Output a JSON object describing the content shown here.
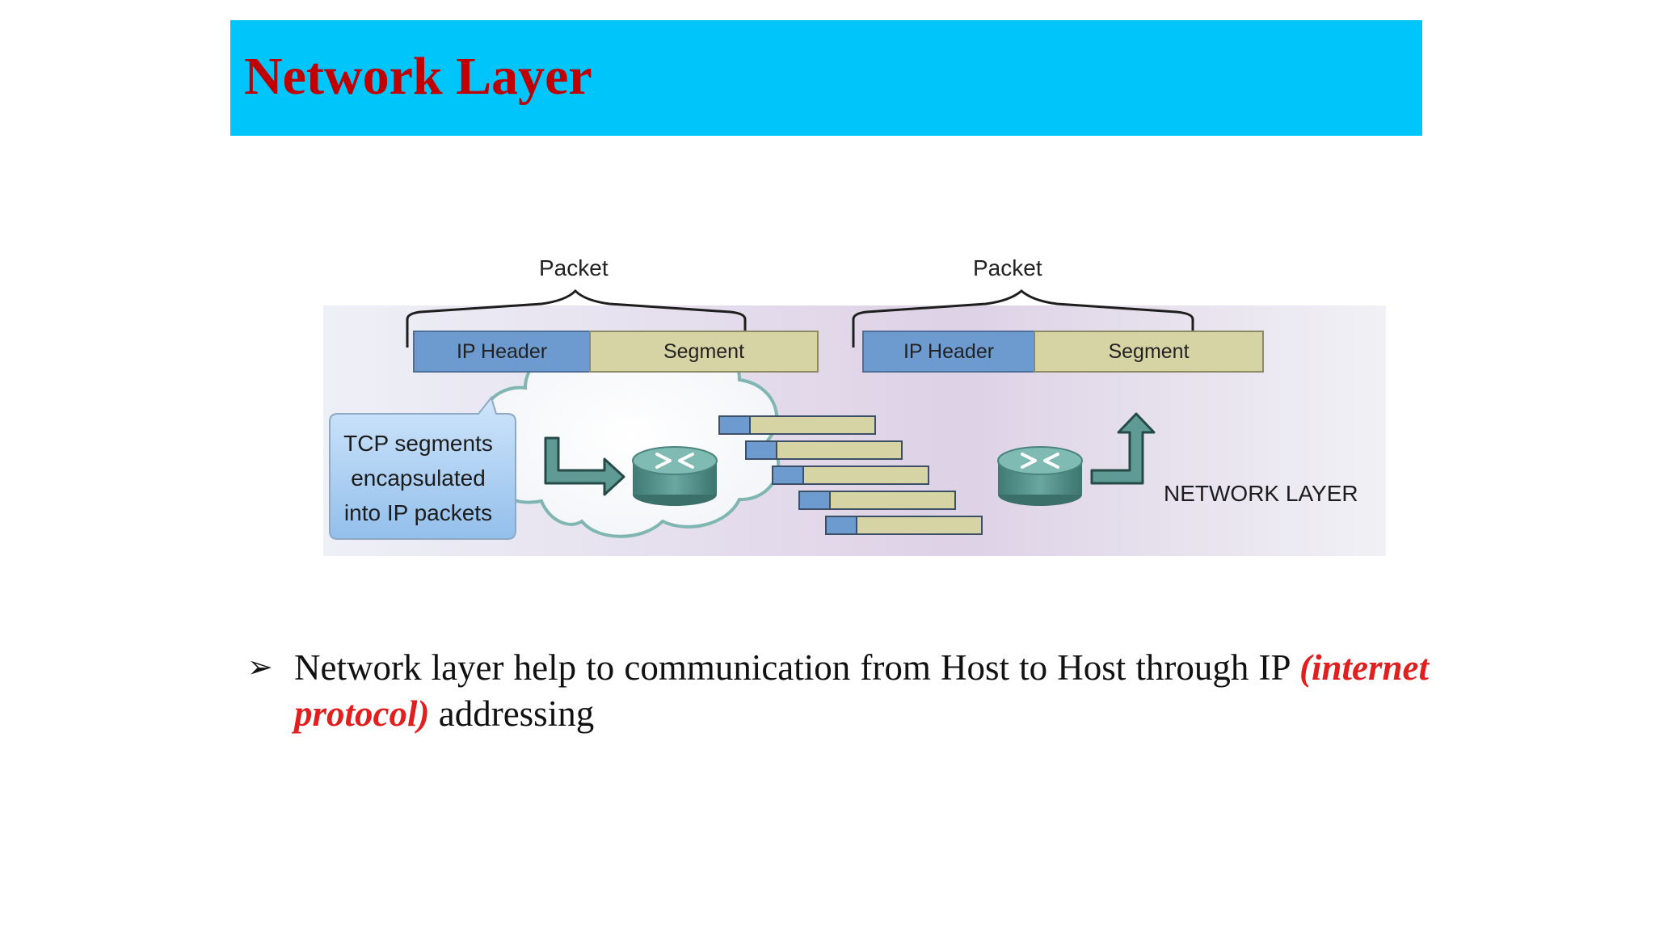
{
  "slide": {
    "title": "Network Layer"
  },
  "diagram": {
    "packets": [
      {
        "label": "Packet",
        "header": "IP Header",
        "segment": "Segment"
      },
      {
        "label": "Packet",
        "header": "IP Header",
        "segment": "Segment"
      }
    ],
    "callout": {
      "line1": "TCP segments",
      "line2": "encapsulated",
      "line3": "into IP packets"
    },
    "layer_label": "NETWORK LAYER",
    "colors": {
      "ip_header": "#6d9bd0",
      "segment": "#d6d3a4",
      "router": "#4e8f88",
      "arrow": "#5f9a94",
      "callout": "#a9cdf2"
    }
  },
  "bullet": {
    "text_before": "Network layer help to communication from Host to Host through IP",
    "emphasis": "(internet protocol)",
    "text_after": " addressing"
  }
}
